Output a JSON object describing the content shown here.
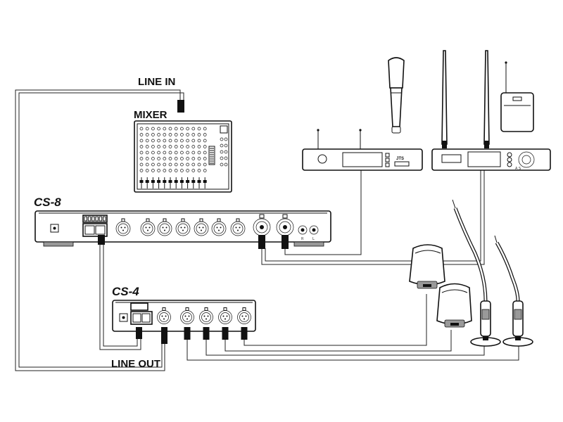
{
  "labels": {
    "line_in": "LINE IN",
    "mixer": "MIXER",
    "cs8": "CS-8",
    "cs4": "CS-4",
    "line_out": "LINE OUT"
  },
  "receiver_left": {
    "brand": "JTS"
  },
  "receiver_right": {
    "button_marks": "A S"
  },
  "cs8_panel": {
    "rca_labels": [
      "R",
      "L"
    ]
  }
}
